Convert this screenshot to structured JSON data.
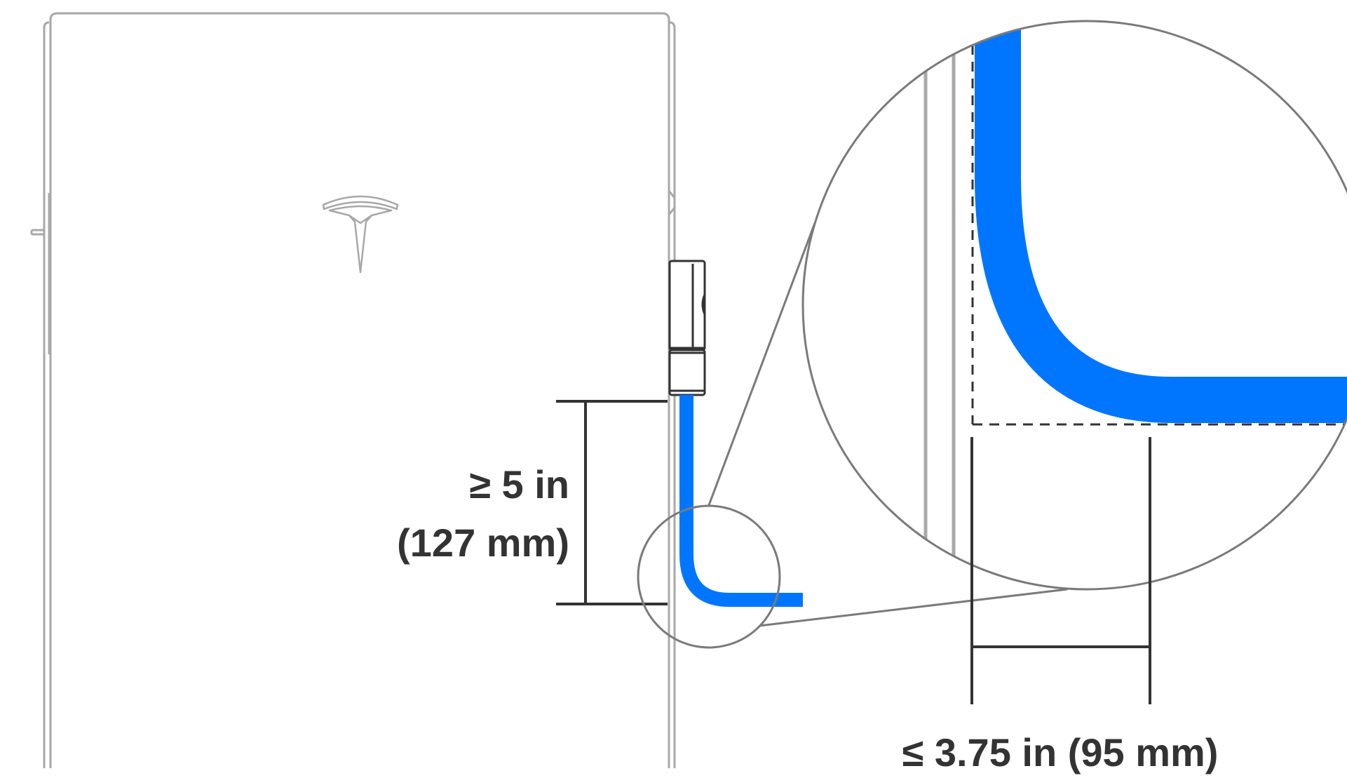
{
  "diagram": {
    "vertical_clearance": {
      "line1": "≥ 5 in",
      "line2": "(127 mm)"
    },
    "horizontal_clearance": {
      "label": "≤ 3.75 in (95 mm)"
    },
    "colors": {
      "conduit": "#0076FF",
      "outline": "#A8A8A8",
      "dimension": "#333333",
      "callout": "#7A7A7A"
    },
    "icons": [
      "tesla-logo-icon"
    ]
  }
}
